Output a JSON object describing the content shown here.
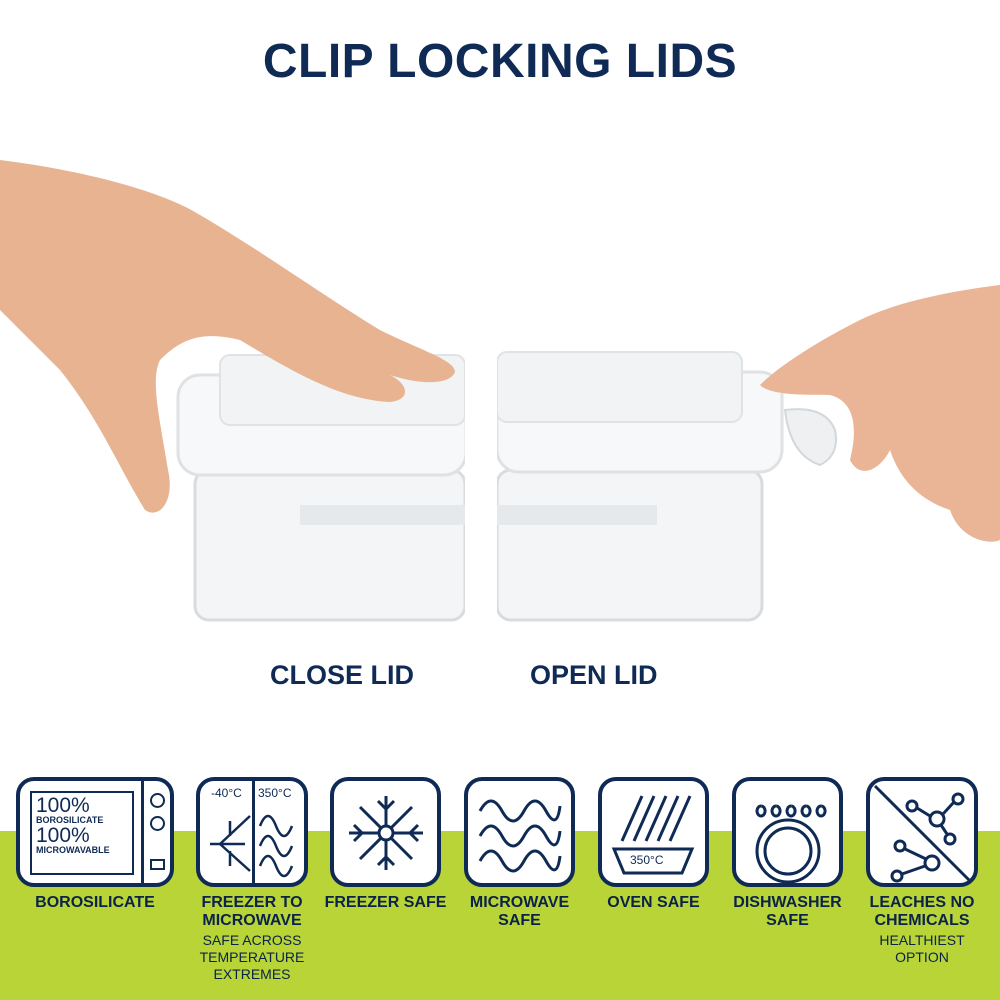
{
  "title": "CLIP LOCKING LIDS",
  "captions": {
    "close": "CLOSE LID",
    "open": "OPEN LID"
  },
  "colors": {
    "navy": "#0f2b55",
    "green": "#b8d436"
  },
  "borosilicate_icon": {
    "line1": "100%",
    "line2": "BOROSILICATE",
    "line3": "100%",
    "line4": "MICROWAVABLE"
  },
  "freezer_microwave_icon": {
    "cold": "-40°C",
    "hot": "350°C"
  },
  "oven_icon": {
    "temp": "350°C"
  },
  "features": [
    {
      "label": "BOROSILICATE",
      "sub": ""
    },
    {
      "label": "FREEZER TO MICROWAVE",
      "sub": "SAFE ACROSS TEMPERATURE EXTREMES"
    },
    {
      "label": "FREEZER SAFE",
      "sub": ""
    },
    {
      "label": "MICROWAVE SAFE",
      "sub": ""
    },
    {
      "label": "OVEN SAFE",
      "sub": ""
    },
    {
      "label": "DISHWASHER SAFE",
      "sub": ""
    },
    {
      "label": "LEACHES NO CHEMICALS",
      "sub": "HEALTHIEST OPTION"
    }
  ]
}
